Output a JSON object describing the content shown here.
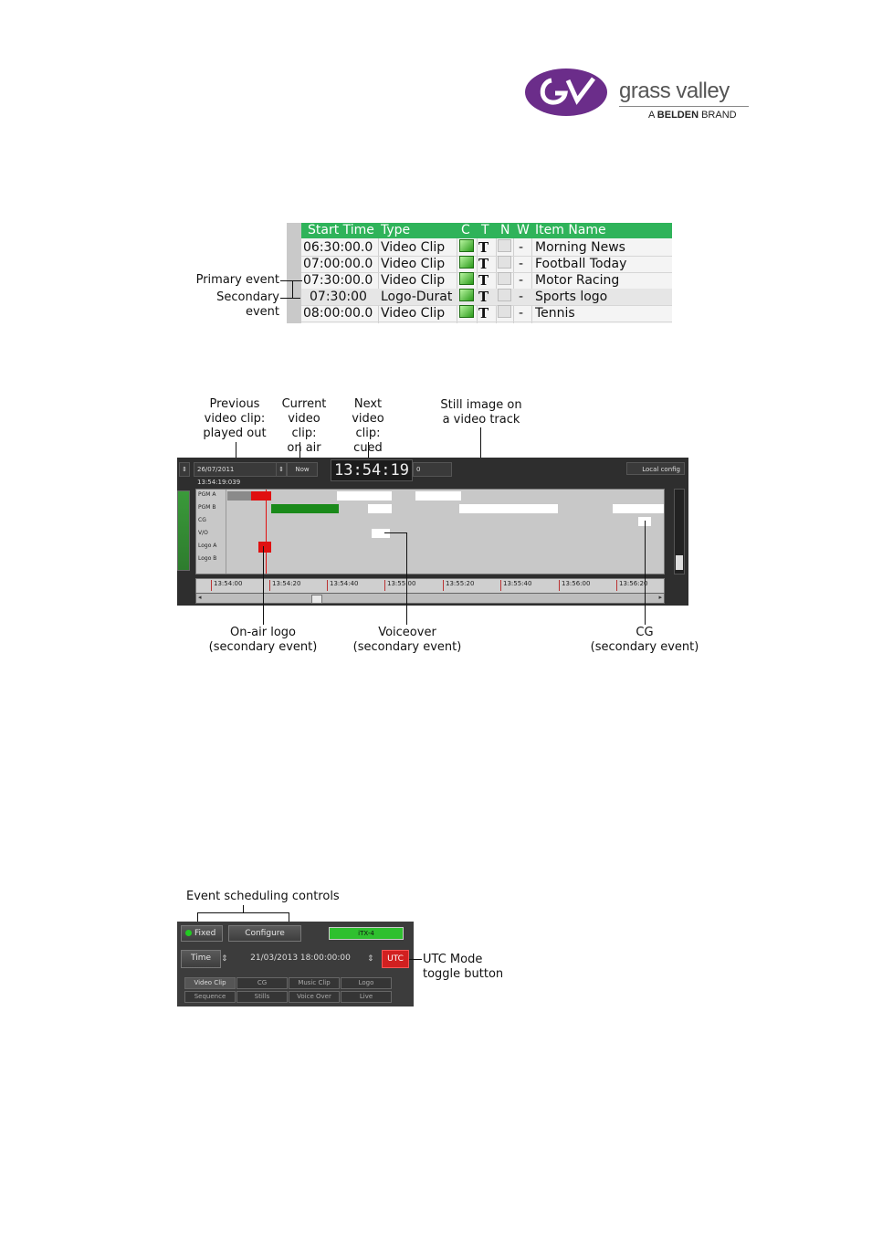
{
  "logo": {
    "brand": "grass valley",
    "tagline_pre": "A",
    "tagline_bold": "BELDEN",
    "tagline_post": "BRAND",
    "color": "#6b2d8a"
  },
  "playlist": {
    "headers": [
      "Start Time",
      "Type",
      "C",
      "T",
      "N",
      "W",
      "Item Name"
    ],
    "rows": [
      {
        "time": "06:30:00.0",
        "type": "Video Clip",
        "w": "-",
        "name": "Morning News"
      },
      {
        "time": "07:00:00.0",
        "type": "Video Clip",
        "w": "-",
        "name": "Football Today"
      },
      {
        "time": "07:30:00.0",
        "type": "Video Clip",
        "w": "-",
        "name": "Motor Racing"
      },
      {
        "time": "07:30:00",
        "type": "Logo-Durat",
        "w": "-",
        "name": "Sports logo"
      },
      {
        "time": "08:00:00.0",
        "type": "Video Clip",
        "w": "-",
        "name": "Tennis"
      }
    ],
    "t_glyph": "T",
    "primary_label": "Primary event",
    "secondary_label": "Secondary event"
  },
  "timeline": {
    "labels": {
      "previous": [
        "Previous",
        "video clip:",
        "played out"
      ],
      "current": [
        "Current",
        "video clip:",
        "on air"
      ],
      "next": [
        "Next",
        "video clip:",
        "cued"
      ],
      "still": [
        "Still image on",
        "a video track"
      ],
      "onair_logo": [
        "On-air logo",
        "(secondary event)"
      ],
      "voiceover": [
        "Voiceover",
        "(secondary event)"
      ],
      "cg": [
        "CG",
        "(secondary event)"
      ]
    },
    "date": "26/07/2011",
    "time_small": "13:54:19:039",
    "now_label": "Now",
    "clock": "13:54:19",
    "clock_offset": "0",
    "local_config": "Local config",
    "tracks": [
      "PGM A",
      "PGM B",
      "CG",
      "V/O",
      "Logo A",
      "Logo B"
    ],
    "ruler_ticks": [
      "13:54:00",
      "13:54:20",
      "13:54:40",
      "13:55:00",
      "13:55:20",
      "13:55:40",
      "13:56:00",
      "13:56:20"
    ]
  },
  "scheduling": {
    "title": "Event scheduling controls",
    "fixed": "Fixed",
    "configure": "Configure",
    "channel": "iTX-4",
    "time_btn": "Time",
    "datetime": "21/03/2013 18:00:00:00",
    "utc": "UTC",
    "utc_label": [
      "UTC Mode",
      "toggle button"
    ],
    "types_row1": [
      "Video Clip",
      "CG",
      "Music Clip",
      "Logo"
    ],
    "types_row2": [
      "Sequence",
      "Stills",
      "Voice Over",
      "Live"
    ]
  }
}
